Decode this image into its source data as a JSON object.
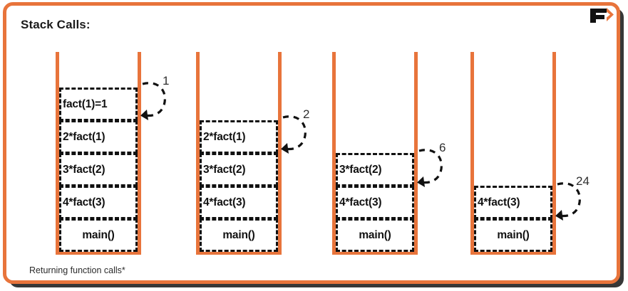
{
  "page": {
    "title": "Stack Calls:",
    "caption": "Returning function calls*",
    "accent_color": "#E8743B",
    "frame_border_color": "#111111",
    "background_color": "#FFFFFF"
  },
  "logo": {
    "name": "f-chevron-logo",
    "letter": "F"
  },
  "stacks": [
    {
      "id": "stack-1",
      "frames": [
        {
          "label": "fact(1)=1"
        },
        {
          "label": "2*fact(1)"
        },
        {
          "label": "3*fact(2)"
        },
        {
          "label": "4*fact(3)"
        },
        {
          "label": "main()"
        }
      ],
      "annotation": {
        "value": "1",
        "from_frame": 0,
        "to_frame": 1
      }
    },
    {
      "id": "stack-2",
      "frames": [
        {
          "label": "2*fact(1)"
        },
        {
          "label": "3*fact(2)"
        },
        {
          "label": "4*fact(3)"
        },
        {
          "label": "main()"
        }
      ],
      "annotation": {
        "value": "2",
        "from_frame": 0,
        "to_frame": 1
      }
    },
    {
      "id": "stack-3",
      "frames": [
        {
          "label": "3*fact(2)"
        },
        {
          "label": "4*fact(3)"
        },
        {
          "label": "main()"
        }
      ],
      "annotation": {
        "value": "6",
        "from_frame": 0,
        "to_frame": 1
      }
    },
    {
      "id": "stack-4",
      "frames": [
        {
          "label": "4*fact(3)"
        },
        {
          "label": "main()"
        }
      ],
      "annotation": {
        "value": "24",
        "from_frame": 0,
        "to_frame": 1
      }
    }
  ]
}
